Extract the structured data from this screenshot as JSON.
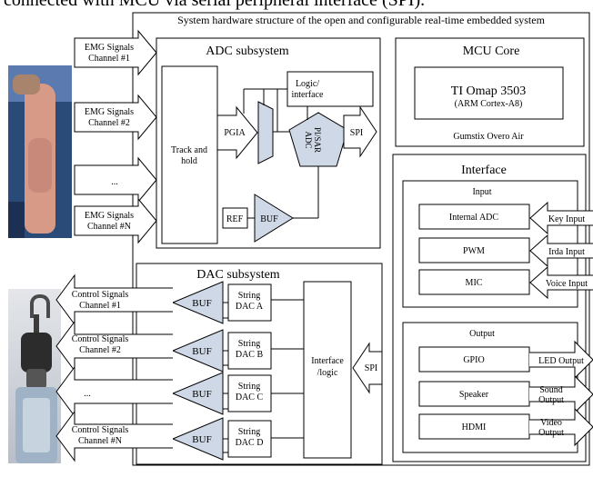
{
  "caption_fragment": "connected with MCU via serial peripheral interface (SPI).",
  "title": "System hardware structure of the open and configurable real-time embedded system",
  "emg_inputs": [
    {
      "line1": "EMG Signals",
      "line2": "Channel #1"
    },
    {
      "line1": "EMG Signals",
      "line2": "Channel #2"
    },
    {
      "line1": "...",
      "line2": ""
    },
    {
      "line1": "EMG Signals",
      "line2": "Channel #N"
    }
  ],
  "control_outputs": [
    {
      "line1": "Control Signals",
      "line2": "Channel #1"
    },
    {
      "line1": "Control Signals",
      "line2": "Channel #2"
    },
    {
      "line1": "...",
      "line2": ""
    },
    {
      "line1": "Control Signals",
      "line2": "Channel #N"
    }
  ],
  "adc": {
    "title": "ADC subsystem",
    "track_hold_1": "Track and",
    "track_hold_2": "hold",
    "pgia": "PGIA",
    "logic_1": "Logic/",
    "logic_2": "interface",
    "adc_1": "PI/SAR",
    "adc_2": "ADC",
    "spi": "SPI",
    "ref": "REF",
    "buf": "BUF"
  },
  "dac": {
    "title": "DAC subsystem",
    "buf": "BUF",
    "string_label": "String",
    "channels": [
      "DAC A",
      "DAC B",
      "DAC C",
      "DAC D"
    ],
    "interface_1": "Interface",
    "interface_2": "/logic",
    "spi": "SPI"
  },
  "mcu": {
    "title": "MCU Core",
    "chip_1": "TI Omap 3503",
    "chip_2": "(ARM Cortex-A8)",
    "board": "Gumstix Overo Air"
  },
  "interface": {
    "title": "Interface",
    "input_title": "Input",
    "inputs": [
      "Internal ADC",
      "PWM",
      "MIC"
    ],
    "input_labels": [
      "Key Input",
      "Irda Input",
      "Voice Input"
    ],
    "output_title": "Output",
    "outputs": [
      "GPIO",
      "Speaker",
      "HDMI"
    ],
    "output_labels": [
      {
        "line1": "LED Output",
        "line2": ""
      },
      {
        "line1": "Sound",
        "line2": "Output"
      },
      {
        "line1": "Video",
        "line2": "Output"
      }
    ]
  },
  "photos": {
    "arm": "arm-photo",
    "hand": "prosthetic-hand-photo"
  }
}
